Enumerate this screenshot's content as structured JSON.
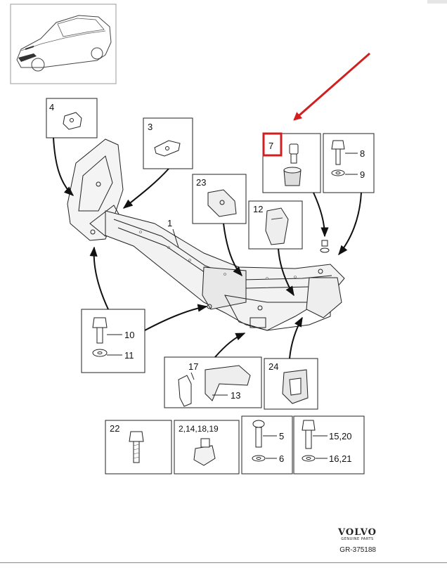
{
  "callouts": {
    "c1": "1",
    "c2_14_18_19": "2,14,18,19",
    "c3": "3",
    "c4": "4",
    "c5": "5",
    "c6": "6",
    "c7": "7",
    "c8": "8",
    "c9": "9",
    "c10": "10",
    "c11": "11",
    "c12": "12",
    "c13": "13",
    "c15_20": "15,20",
    "c16_21": "16,21",
    "c17": "17",
    "c22": "22",
    "c23": "23",
    "c24": "24"
  },
  "highlight_color": "#d11f1f",
  "brand": {
    "name": "VOLVO",
    "tagline": "GENUINE PARTS"
  },
  "reference": "GR-375188"
}
